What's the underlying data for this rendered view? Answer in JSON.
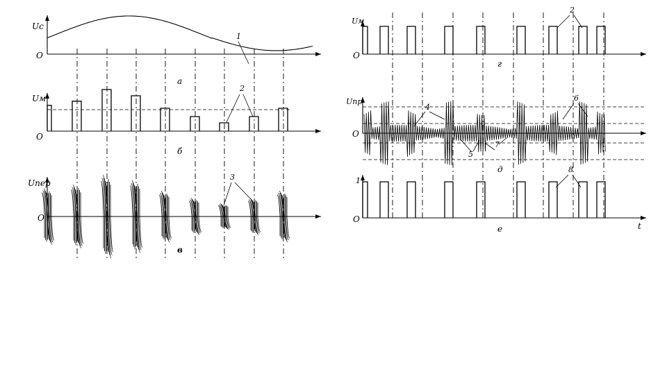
{
  "left_panels": {
    "a": {
      "y_label": "Uc",
      "origin": "O",
      "panel_letter": "a",
      "callout": "1"
    },
    "b": {
      "y_label": "Uм",
      "origin": "O",
      "panel_letter": "б",
      "callout": "2"
    },
    "v": {
      "y_label": "Uпер",
      "origin": "O",
      "panel_letter": "в",
      "callout": "3"
    }
  },
  "right_panels": {
    "g": {
      "y_label": "Uм",
      "origin": "O",
      "panel_letter": "г",
      "callout": "2"
    },
    "d": {
      "y_label": "Uпр",
      "origin": "O",
      "panel_letter": "д",
      "callouts": [
        "4",
        "5",
        "6",
        "7"
      ]
    },
    "e": {
      "y_label": "1",
      "origin": "O",
      "panel_letter": "е",
      "callout": "8",
      "x_label": "t"
    }
  },
  "pam_heights": [
    0.62,
    0.72,
    1.0,
    0.85,
    0.55,
    0.35,
    0.2,
    0.35,
    0.55
  ]
}
